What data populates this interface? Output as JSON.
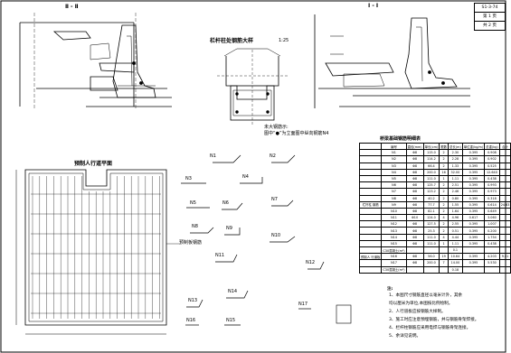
{
  "sheet": {
    "drawing_no": "S1-3-74",
    "sheet_no": "第 1 页",
    "total_sheets": "共 2 页"
  },
  "views": {
    "section_2": "Ⅱ - Ⅱ",
    "section_1": "Ⅰ - Ⅰ",
    "rail_post_detail": "栏杆柱处钢筋大样",
    "rail_post_scale": "1:25",
    "precast_slab_plan": "预制人行道平面",
    "precast_slab_label": "预制板钢筋",
    "legend_line1": "未大钢筋示:",
    "legend_line2": "图中“●”为立面图中纵向钢筋N4"
  },
  "schedule": {
    "title": "桥梁基础钢筋明细表",
    "headers": [
      "",
      "编号",
      "直径(mm)",
      "单长(cm)",
      "根数",
      "总长(m)",
      "单位重(kg/m)",
      "总重(kg)",
      "合计"
    ],
    "rows": [
      [
        "",
        "N1",
        "Φ8",
        "115.0",
        "2",
        "2.30",
        "0.395",
        "0.908",
        ""
      ],
      [
        "",
        "N2",
        "Φ8",
        "114.2",
        "2",
        "2.28",
        "0.395",
        "0.902",
        ""
      ],
      [
        "",
        "N3",
        "Φ8",
        "66.4",
        "2",
        "1.33",
        "0.395",
        "0.525",
        ""
      ],
      [
        "",
        "N4",
        "Φ8",
        "200.0",
        "16",
        "32.00",
        "0.395",
        "12.640",
        ""
      ],
      [
        "",
        "N5",
        "Φ8",
        "111.0",
        "1",
        "1.11",
        "0.395",
        "0.438",
        ""
      ],
      [
        "",
        "N6",
        "Φ8",
        "125.7",
        "2",
        "2.51",
        "0.395",
        "0.993",
        ""
      ],
      [
        "",
        "N7",
        "Φ8",
        "123.2",
        "2",
        "2.46",
        "0.395",
        "0.973",
        ""
      ],
      [
        "",
        "N8",
        "Φ8",
        "40.2",
        "2",
        "0.80",
        "0.395",
        "0.318",
        ""
      ],
      [
        "栏杆柱\n钢筋",
        "N9",
        "Φ8",
        "77.7",
        "2",
        "1.55",
        "0.395",
        "0.614",
        "24.63"
      ],
      [
        "",
        "N10",
        "Φ8",
        "82.1",
        "2",
        "1.64",
        "0.395",
        "0.649",
        ""
      ],
      [
        "",
        "N11",
        "Φ10",
        "124.0",
        "4",
        "4.96",
        "0.617",
        "3.060",
        ""
      ],
      [
        "",
        "N12",
        "Φ8",
        "127.5",
        "2",
        "2.55",
        "0.395",
        "1.007",
        ""
      ],
      [
        "",
        "N13",
        "Φ8",
        "25.3",
        "2",
        "0.51",
        "0.395",
        "0.200",
        ""
      ],
      [
        "",
        "N14",
        "Φ8",
        "111.0",
        "4",
        "4.44",
        "0.395",
        "1.754",
        ""
      ],
      [
        "",
        "N15",
        "Φ8",
        "111.0",
        "1",
        "1.11",
        "0.395",
        "0.438",
        ""
      ],
      [
        "",
        "C30混凝土(m³)",
        "",
        "",
        "",
        "0.1",
        "",
        "",
        ""
      ],
      [
        "预制人\n行道板",
        "N16",
        "Φ8",
        "56.0",
        "19",
        "10.64",
        "0.395",
        "4.203",
        "9.51"
      ],
      [
        "",
        "N17",
        "Φ8",
        "200.0",
        "7",
        "14.00",
        "0.395",
        "5.530",
        ""
      ],
      [
        "",
        "C30混凝土(m³)",
        "",
        "",
        "",
        "0.18",
        "",
        "",
        ""
      ]
    ]
  },
  "notes": {
    "title": "注:",
    "lines": [
      "1、本图尺寸钢筋直径以毫米计外，其余",
      "   均以厘米为单位,本图按比例绘制。",
      "2、人行道板应按钢筋大样制。",
      "3、施工时应注意预埋钢筋，并与钢筋骨架焊接。",
      "4、栏杆柱钢筋应采用电焊与钢筋骨架连接。",
      "5、余详见说明。"
    ]
  },
  "bar_marks": [
    "N1",
    "N2",
    "N3",
    "N4",
    "N5",
    "N6",
    "N7",
    "N8",
    "N9",
    "N10",
    "N11",
    "N12",
    "N13",
    "N14",
    "N15",
    "N16",
    "N17"
  ]
}
